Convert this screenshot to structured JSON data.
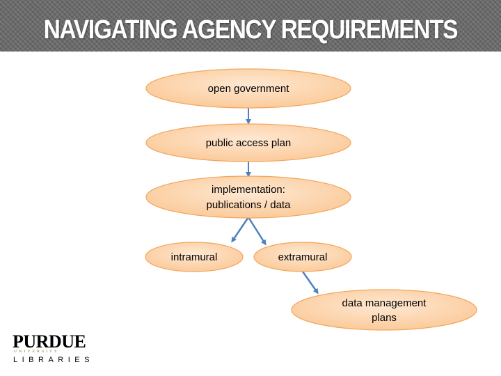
{
  "slide": {
    "title": "NAVIGATING AGENCY REQUIREMENTS"
  },
  "diagram": {
    "nodes": {
      "open_government": "open government",
      "public_access_plan": "public access plan",
      "implementation_line1": "implementation:",
      "implementation_line2": "publications / data",
      "intramural": "intramural",
      "extramural": "extramural",
      "dmp_line1": "data management",
      "dmp_line2": "plans"
    },
    "fill_color": "#fcd5b0",
    "stroke_color": "#f2a55a",
    "arrow_color": "#4f81bd"
  },
  "logo": {
    "name": "PURDUE",
    "subtitle": "UNIVERSITY",
    "unit": "LIBRARIES"
  }
}
